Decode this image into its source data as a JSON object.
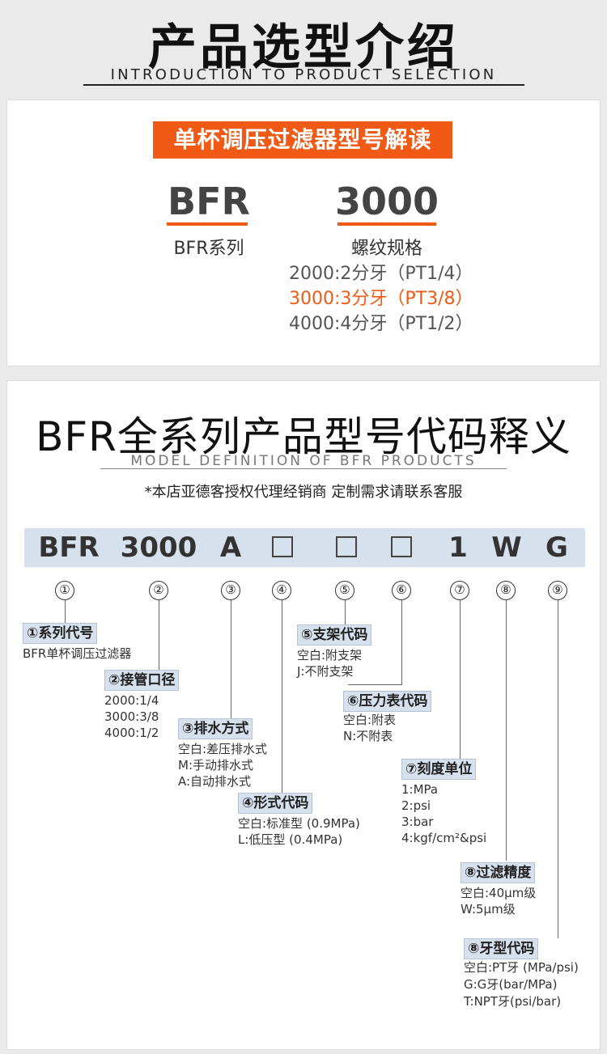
{
  "header": {
    "title": "产品选型介绍",
    "subtitle": "Introduction to product selection"
  },
  "selection": {
    "banner": "单杯调压过滤器型号解读",
    "series_code": "BFR",
    "series_label": "BFR系列",
    "thread_code": "3000",
    "thread_label": "螺纹规格",
    "options": [
      "2000:2分牙（PT1/4）",
      "3000:3分牙（PT3/8）",
      "4000:4分牙（PT1/2）"
    ],
    "highlight_index": 1,
    "accent_color": "#f05a14"
  },
  "definition": {
    "title": "BFR全系列产品型号代码释义",
    "subtitle": "Model definition of BFR products",
    "note": "*本店亚德客授权代理经销商 定制需求请联系客服",
    "code_parts": [
      "BFR",
      "3000",
      "A",
      "□",
      "□",
      "□",
      "1",
      "W",
      "G"
    ],
    "circle_numbers": [
      "①",
      "②",
      "③",
      "④",
      "⑤",
      "⑥",
      "⑦",
      "⑧",
      "⑨"
    ],
    "items": [
      {
        "label": "①系列代号",
        "lines": [
          "BFR单杯调压过滤器"
        ]
      },
      {
        "label": "②接管口径",
        "lines": [
          "2000:1/4",
          "3000:3/8",
          "4000:1/2"
        ]
      },
      {
        "label": "③排水方式",
        "lines": [
          "空白:差压排水式",
          "M:手动排水式",
          "A:自动排水式"
        ]
      },
      {
        "label": "④形式代码",
        "lines": [
          "空白:标准型 (0.9MPa)",
          "L:低压型 (0.4MPa)"
        ]
      },
      {
        "label": "⑤支架代码",
        "lines": [
          "空白:附支架",
          "J:不附支架"
        ]
      },
      {
        "label": "⑥压力表代码",
        "lines": [
          "空白:附表",
          "N:不附表"
        ]
      },
      {
        "label": "⑦刻度单位",
        "lines": [
          "1:MPa",
          "2:psi",
          "3:bar",
          "4:kgf/cm²&psi"
        ]
      },
      {
        "label": "⑧过滤精度",
        "lines": [
          "空白:40μm级",
          "W:5μm级"
        ]
      },
      {
        "label": "⑧牙型代码",
        "lines": [
          "空白:PT牙 (MPa/psi)",
          "G:G牙(bar/MPa)",
          "T:NPT牙(psi/bar)"
        ]
      }
    ],
    "bar_color": "#d7e1ee"
  }
}
